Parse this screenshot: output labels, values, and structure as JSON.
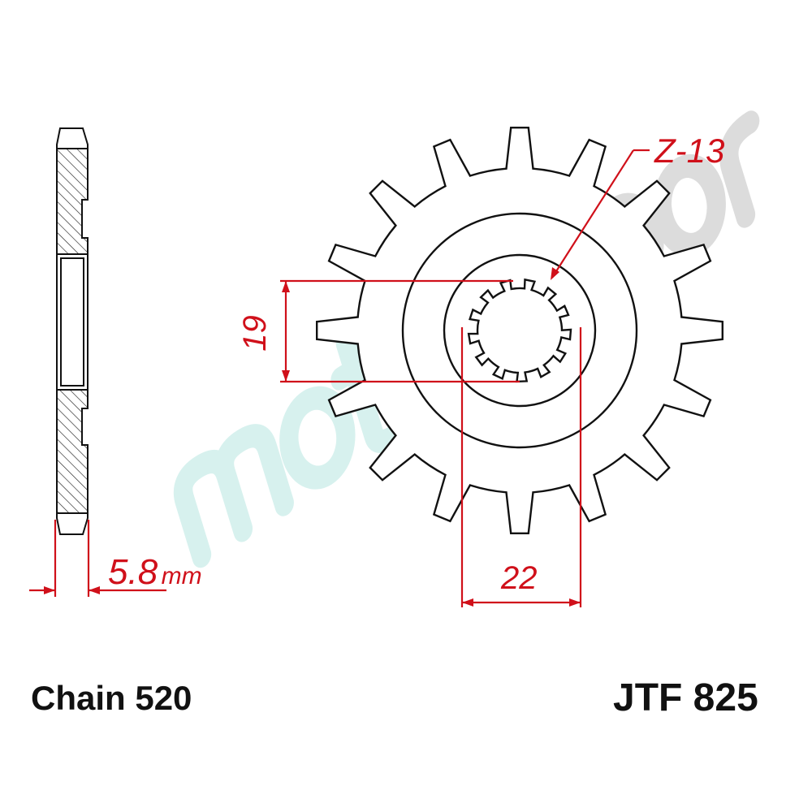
{
  "dimensions": {
    "spline_count": "Z-13",
    "inner_diameter": "19",
    "outer_spline_diameter": "22",
    "thickness_value": "5.8",
    "thickness_unit": "mm"
  },
  "chain_label": "Chain 520",
  "part_number": "JTF 825",
  "watermark": "moto2door",
  "colors": {
    "dimension": "#d0101a",
    "outline": "#111111",
    "watermark": "#cfeeea"
  }
}
